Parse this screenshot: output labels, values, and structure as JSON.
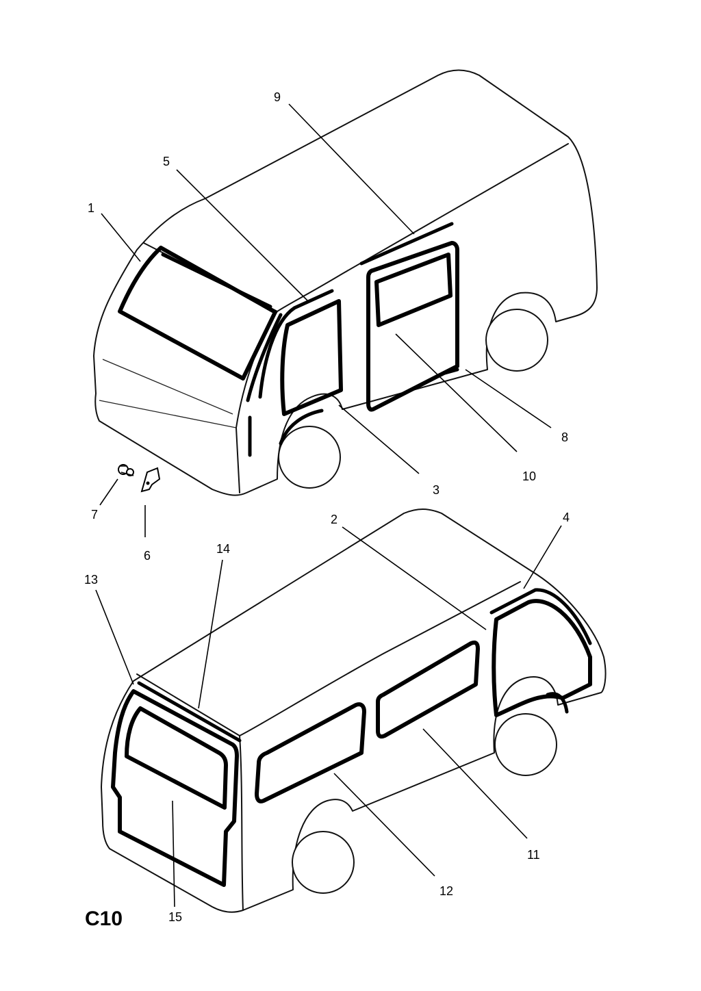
{
  "diagram": {
    "code": "C10",
    "callouts": {
      "c1": "1",
      "c2": "2",
      "c3": "3",
      "c4": "4",
      "c5": "5",
      "c6": "6",
      "c7": "7",
      "c8": "8",
      "c9": "9",
      "c10": "10",
      "c11": "11",
      "c12": "12",
      "c13": "13",
      "c14": "14",
      "c15": "15"
    }
  }
}
